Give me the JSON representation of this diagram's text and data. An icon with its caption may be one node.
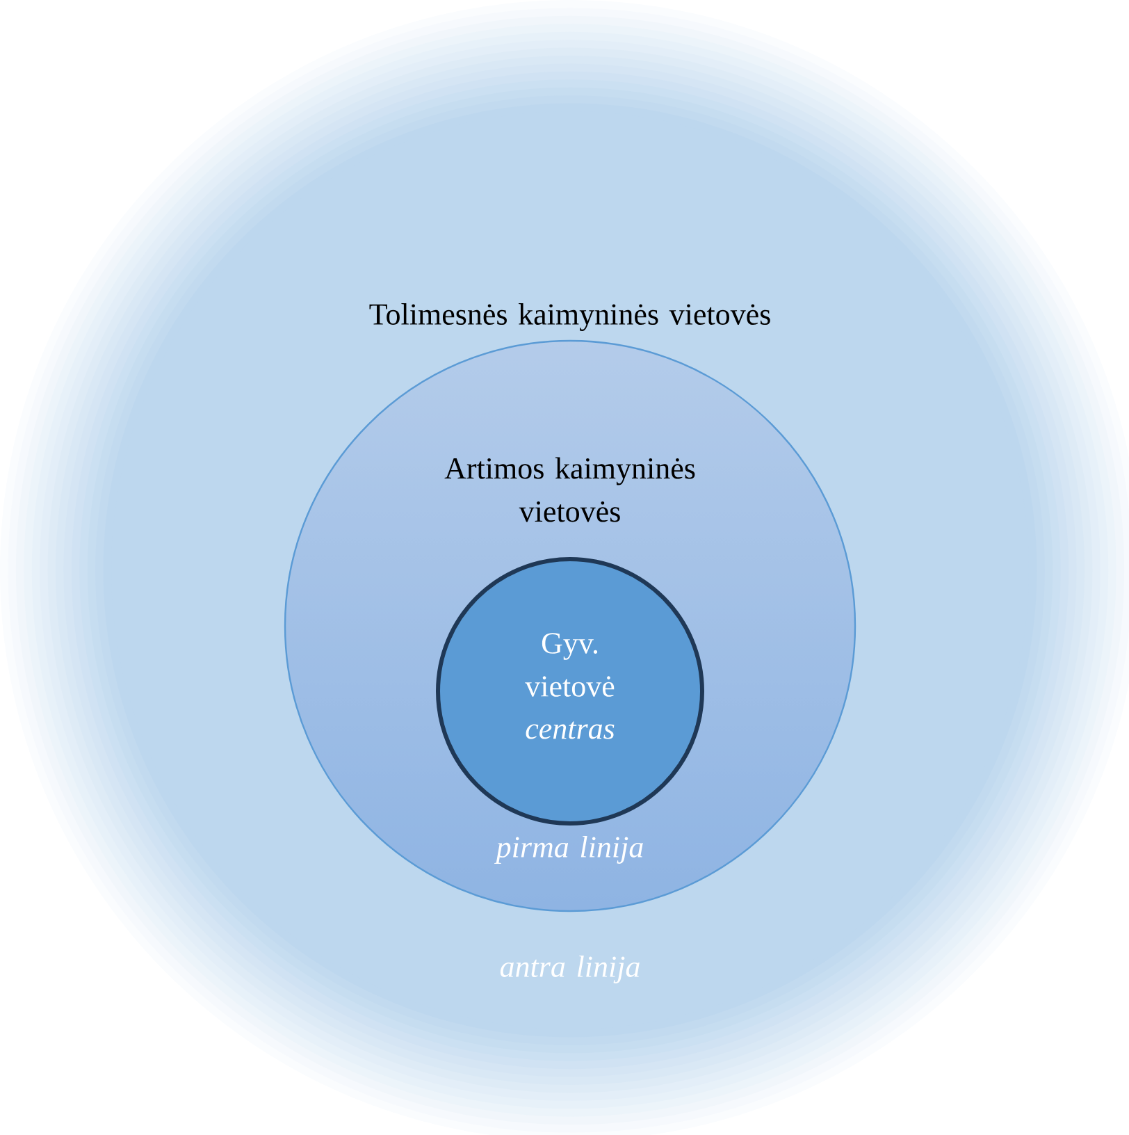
{
  "diagram": {
    "nodes": [
      {
        "text": [
          "Tolimesnės kaimyninės vietovės",
          "antra linija"
        ]
      },
      {
        "text": [
          "Artimos kaimyninės vietovės",
          "pirma linija"
        ],
        "in": 0
      },
      {
        "text": [
          "Gyv. vietovė",
          "centras"
        ],
        "in": 1
      }
    ]
  }
}
